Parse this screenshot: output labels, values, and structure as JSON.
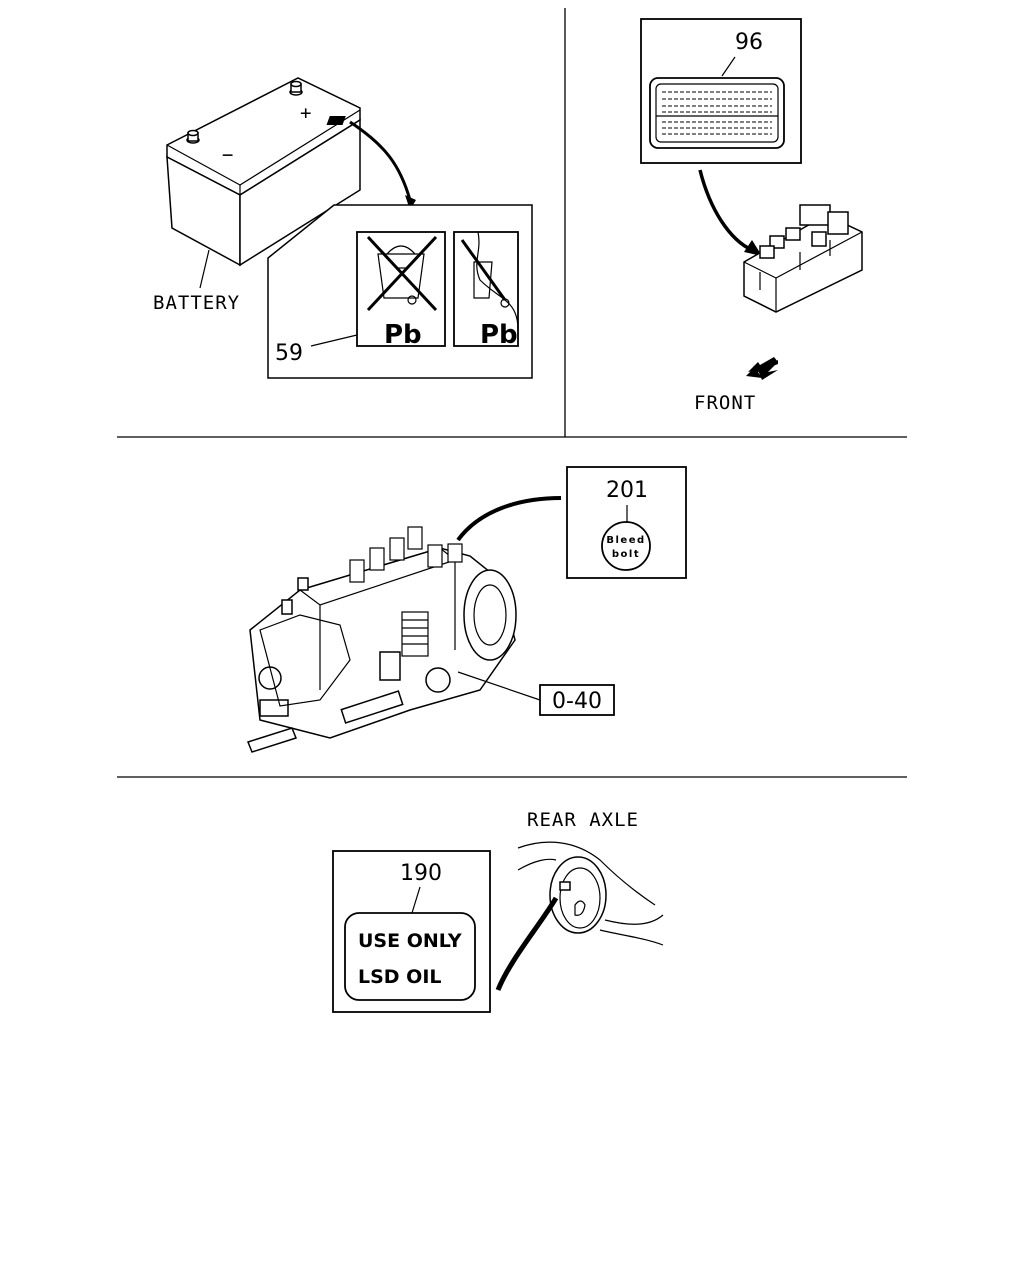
{
  "panels": {
    "battery": {
      "part_label": "BATTERY",
      "callout": "59",
      "plus_sign": "+",
      "minus_sign": "−",
      "label_left_text": "Pb",
      "label_right_text": "Pb"
    },
    "fuse_box": {
      "callout": "96",
      "direction_label": "FRONT"
    },
    "injection_pump": {
      "callout": "201",
      "badge_line1": "Bleed",
      "badge_line2": "bolt",
      "ref_callout": "0-40"
    },
    "rear_axle": {
      "part_label": "REAR AXLE",
      "callout": "190",
      "plate_line1": "USE ONLY",
      "plate_line2": "LSD OIL"
    }
  }
}
